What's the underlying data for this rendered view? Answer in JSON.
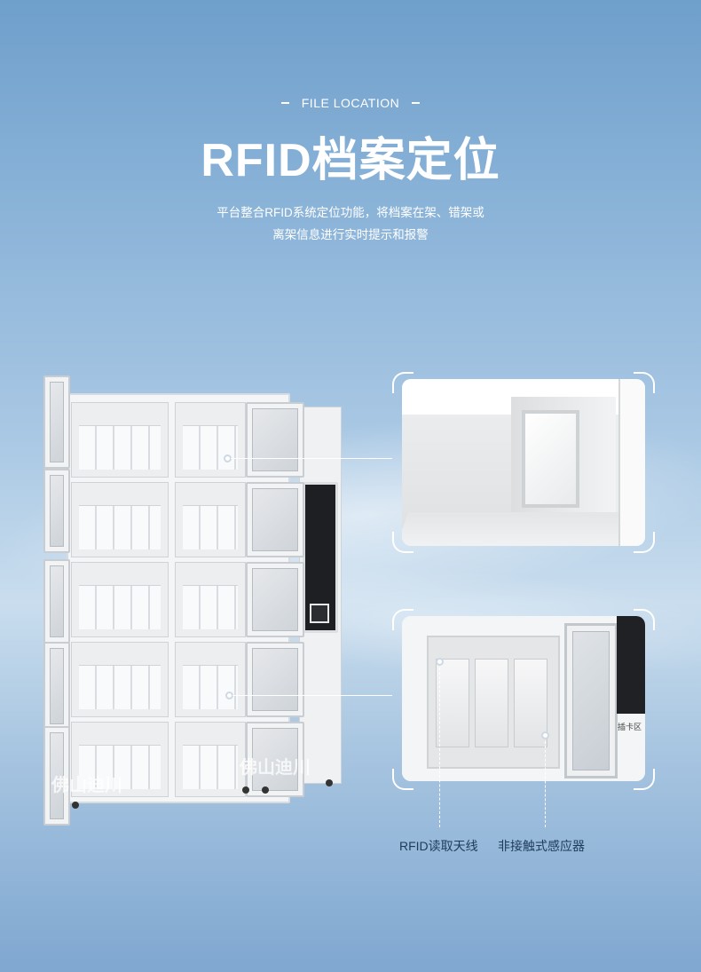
{
  "header": {
    "eyebrow": "FILE LOCATION",
    "title": "RFID档案定位",
    "subtitle_line1": "平台整合RFID系统定位功能，将档案在架、错架或",
    "subtitle_line2": "离架信息进行实时提示和报警"
  },
  "watermark": {
    "left": "佛山迪川",
    "right": "佛山迪川"
  },
  "photo2": {
    "door_label": "插卡区"
  },
  "callouts": {
    "antenna_label": "RFID读取天线",
    "sensor_label": "非接触式感应器"
  },
  "colors": {
    "label_text": "#1f3b5a",
    "title_text": "#ffffff"
  }
}
